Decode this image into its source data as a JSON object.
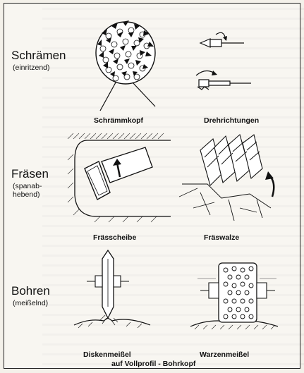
{
  "sections": [
    {
      "title": "Schrämen",
      "subtitle": "(einritzend)"
    },
    {
      "title": "Fräsen",
      "subtitle": "(spanab-\nhebend)"
    },
    {
      "title": "Bohren",
      "subtitle": "(meißelnd)"
    }
  ],
  "captions": {
    "schraemmkopf": "Schrämmkopf",
    "drehrichtungen": "Drehrichtungen",
    "frasscheibe": "Frässcheibe",
    "fraswalze": "Fräswalze",
    "diskenmeissel": "Diskenmeißel",
    "warzenmeissel": "Warzenmeißel",
    "footer": "auf  Vollprofil - Bohrkopf"
  },
  "icons": [
    "cutting-head-icon",
    "rotation-direction-icon",
    "milling-disc-icon",
    "milling-roller-icon",
    "disc-cutter-icon",
    "button-bit-icon"
  ]
}
